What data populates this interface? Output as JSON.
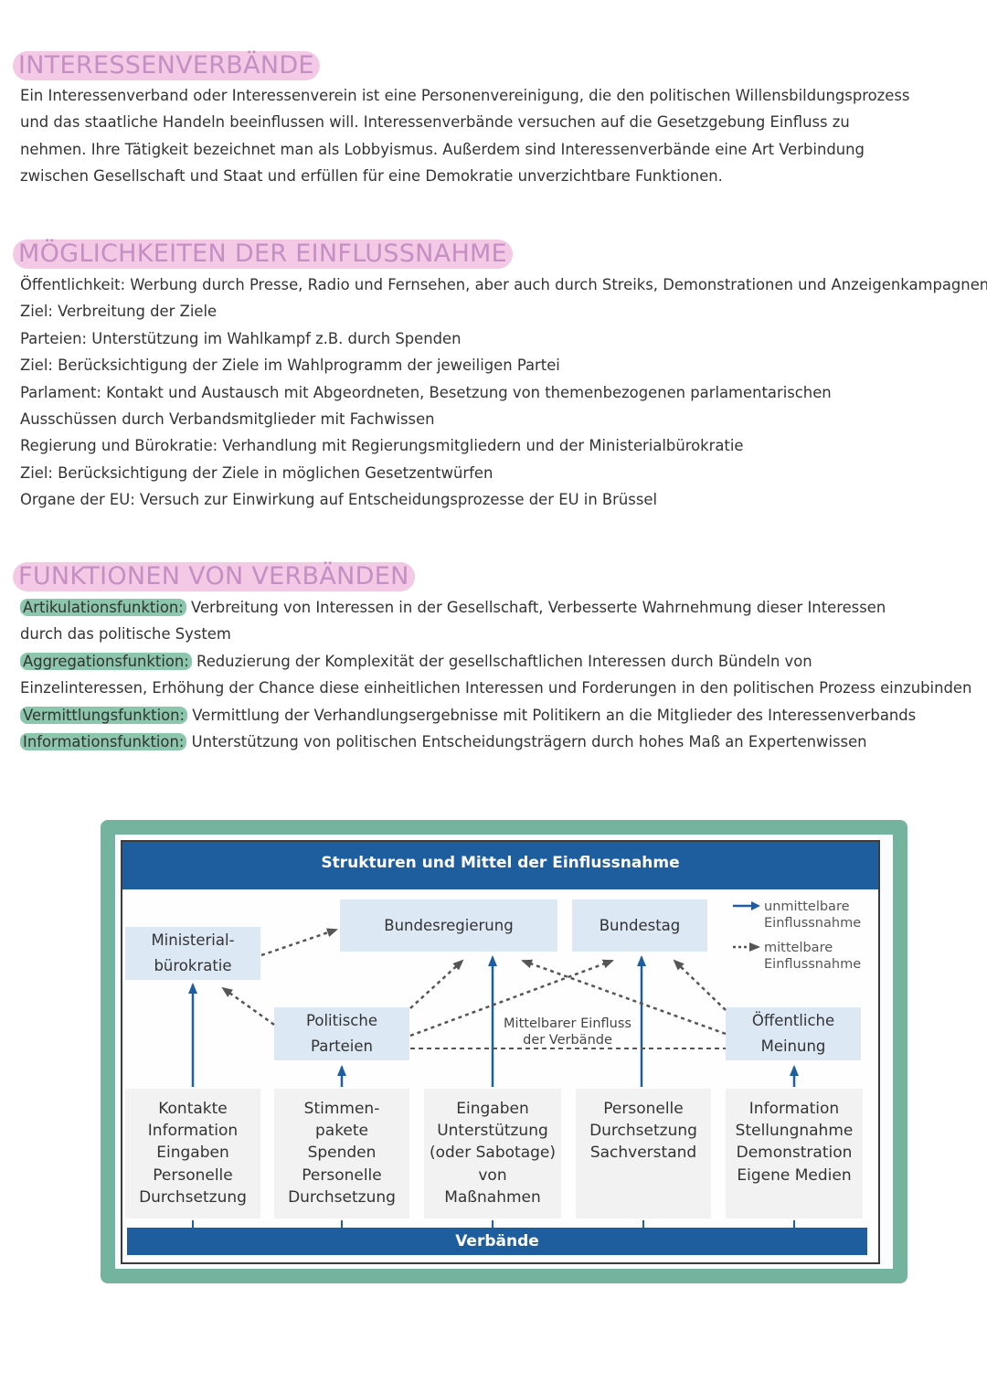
{
  "section1": {
    "heading": "INTERESSENVERBÄNDE",
    "lines": [
      "Ein Interessenverband oder Interessenverein ist eine Personenvereinigung, die den politischen Willensbildungsprozess",
      "und das staatliche Handeln beeinflussen will. Interessenverbände versuchen auf die Gesetzgebung Einfluss zu",
      "nehmen. Ihre Tätigkeit bezeichnet man als Lobbyismus. Außerdem sind Interessenverbände eine Art Verbindung",
      "zwischen Gesellschaft und Staat und erfüllen für eine Demokratie unverzichtbare Funktionen."
    ]
  },
  "section2": {
    "heading": "MÖGLICHKEITEN DER EINFLUSSNAHME",
    "lines": [
      "Öffentlichkeit: Werbung durch Presse, Radio und Fernsehen, aber auch durch Streiks, Demonstrationen und Anzeigenkampagnen",
      "Ziel: Verbreitung der Ziele",
      "Parteien: Unterstützung im Wahlkampf z.B. durch Spenden",
      "Ziel: Berücksichtigung der Ziele im Wahlprogramm der jeweiligen Partei",
      "Parlament: Kontakt und Austausch mit Abgeordneten, Besetzung von themenbezogenen parlamentarischen",
      "Ausschüssen durch Verbandsmitglieder mit Fachwissen",
      "Regierung und Bürokratie: Verhandlung mit Regierungsmitgliedern und der Ministerialbürokratie",
      "Ziel: Berücksichtigung der Ziele in möglichen Gesetzentwürfen",
      "Organe der EU: Versuch zur Einwirkung auf Entscheidungsprozesse der EU in Brüssel"
    ]
  },
  "section3": {
    "heading": "FUNKTIONEN VON VERBÄNDEN",
    "items": [
      {
        "term": "Artikulationsfunktion:",
        "text": " Verbreitung von Interessen in der Gesellschaft, Verbesserte Wahrnehmung dieser Interessen",
        "cont": "durch das politische System"
      },
      {
        "term": "Aggregationsfunktion:",
        "text": " Reduzierung der Komplexität der gesellschaftlichen Interessen durch Bündeln von",
        "cont": "Einzelinteressen, Erhöhung der Chance diese einheitlichen Interessen und Forderungen in den politischen Prozess einzubinden"
      },
      {
        "term": "Vermittlungsfunktion:",
        "text": " Vermittlung der Verhandlungsergebnisse mit Politikern an die Mitglieder des Interessenverbands",
        "cont": ""
      },
      {
        "term": "Informationsfunktion:",
        "text": " Unterstützung von politischen Entscheidungsträgern durch hohes Maß an Expertenwissen",
        "cont": ""
      }
    ]
  },
  "diagram": {
    "title": "Strukturen und Mittel der Einflussnahme",
    "nodes": {
      "ministerial": [
        "Ministerial-",
        "bürokratie"
      ],
      "bundesregierung": "Bundesregierung",
      "bundestag": "Bundestag",
      "parteien": [
        "Politische",
        "Parteien"
      ],
      "meinung": [
        "Öffentliche",
        "Meinung"
      ]
    },
    "legend": {
      "direct": [
        "unmittelbare",
        "Einflussnahme"
      ],
      "indirect": [
        "mittelbare",
        "Einflussnahme"
      ]
    },
    "middle_label": [
      "Mittelbarer Einfluss",
      "der Verbände"
    ],
    "columns": [
      [
        "Kontakte",
        "Information",
        "Eingaben",
        "Personelle",
        "Durchsetzung"
      ],
      [
        "Stimmen-",
        "pakete",
        "Spenden",
        "Personelle",
        "Durchsetzung"
      ],
      [
        "Eingaben",
        "Unterstützung",
        "(oder Sabotage)",
        "von",
        "Maßnahmen"
      ],
      [
        "Personelle",
        "Durchsetzung",
        "Sachverstand"
      ],
      [
        "Information",
        "Stellungnahme",
        "Demonstration",
        "Eigene Medien"
      ]
    ],
    "bottom": "Verbände",
    "colors": {
      "frame": "#74b39e",
      "blue": "#1f5e9e",
      "box": "#dce8f3"
    }
  }
}
